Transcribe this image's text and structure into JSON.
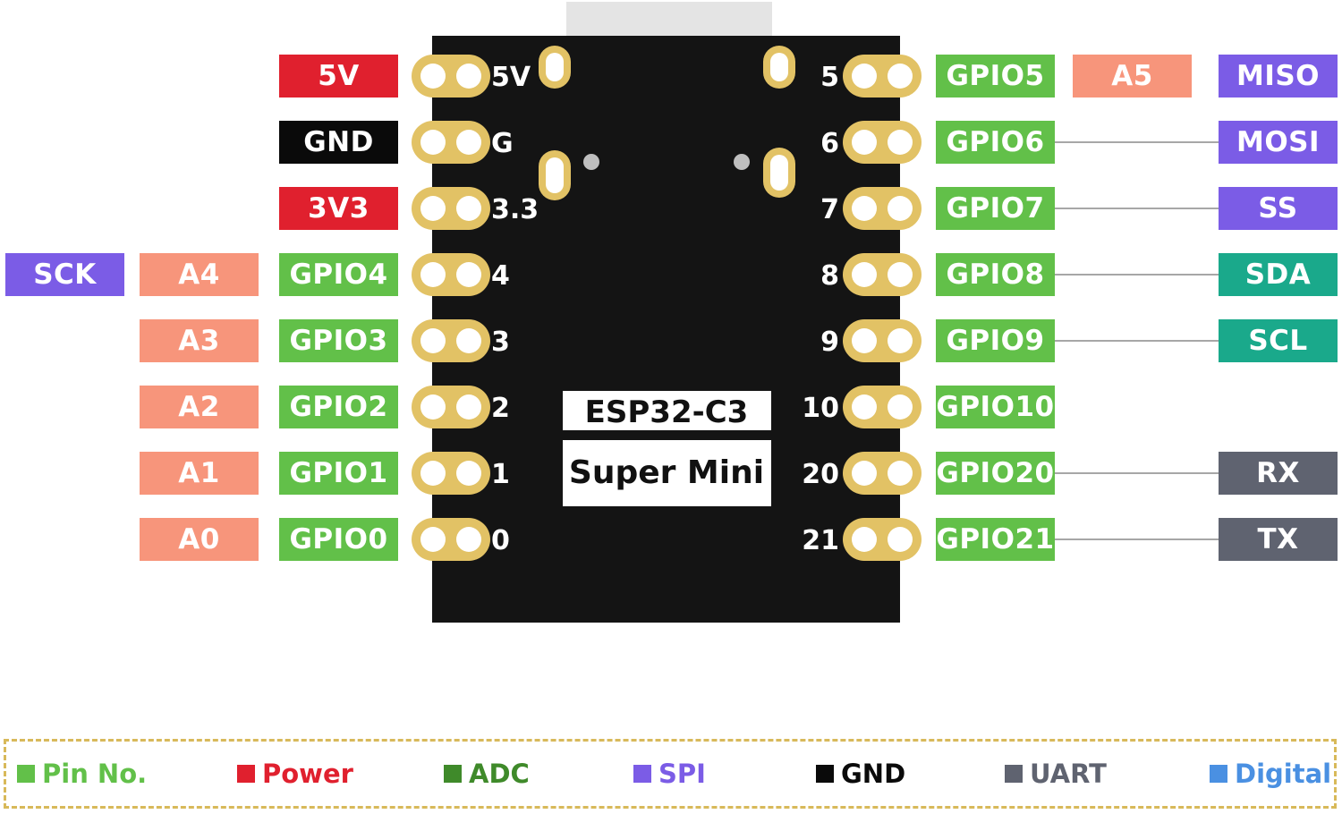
{
  "board": {
    "line1": "ESP32-C3",
    "line2": "Super Mini"
  },
  "colors": {
    "power": "#e0202e",
    "gnd": "#0a0a0a",
    "gpio": "#62c049",
    "adc": "#f7957b",
    "spi": "#7b5ce6",
    "i2c": "#1aa98b",
    "uart": "#5f6370",
    "pcb": "#141414",
    "pad": "#e2c265"
  },
  "left_pins": [
    {
      "silk": "5V",
      "name": "5V",
      "type": "power",
      "adc": "",
      "func": ""
    },
    {
      "silk": "G",
      "name": "GND",
      "type": "gnd",
      "adc": "",
      "func": ""
    },
    {
      "silk": "3.3",
      "name": "3V3",
      "type": "power",
      "adc": "",
      "func": ""
    },
    {
      "silk": "4",
      "name": "GPIO4",
      "type": "gpio",
      "adc": "A4",
      "func": "SCK"
    },
    {
      "silk": "3",
      "name": "GPIO3",
      "type": "gpio",
      "adc": "A3",
      "func": ""
    },
    {
      "silk": "2",
      "name": "GPIO2",
      "type": "gpio",
      "adc": "A2",
      "func": ""
    },
    {
      "silk": "1",
      "name": "GPIO1",
      "type": "gpio",
      "adc": "A1",
      "func": ""
    },
    {
      "silk": "0",
      "name": "GPIO0",
      "type": "gpio",
      "adc": "A0",
      "func": ""
    }
  ],
  "right_pins": [
    {
      "silk": "5",
      "name": "GPIO5",
      "adc": "A5",
      "func": "MISO",
      "func_type": "spi"
    },
    {
      "silk": "6",
      "name": "GPIO6",
      "adc": "",
      "func": "MOSI",
      "func_type": "spi"
    },
    {
      "silk": "7",
      "name": "GPIO7",
      "adc": "",
      "func": "SS",
      "func_type": "spi"
    },
    {
      "silk": "8",
      "name": "GPIO8",
      "adc": "",
      "func": "SDA",
      "func_type": "i2c"
    },
    {
      "silk": "9",
      "name": "GPIO9",
      "adc": "",
      "func": "SCL",
      "func_type": "i2c"
    },
    {
      "silk": "10",
      "name": "GPIO10",
      "adc": "",
      "func": "",
      "func_type": ""
    },
    {
      "silk": "20",
      "name": "GPIO20",
      "adc": "",
      "func": "RX",
      "func_type": "uart"
    },
    {
      "silk": "21",
      "name": "GPIO21",
      "adc": "",
      "func": "TX",
      "func_type": "uart"
    }
  ],
  "legend": [
    {
      "label": "Pin No.",
      "color": "#62c049"
    },
    {
      "label": "Power",
      "color": "#e0202e"
    },
    {
      "label": "ADC",
      "color": "#3f8a2a"
    },
    {
      "label": "SPI",
      "color": "#7b5ce6"
    },
    {
      "label": "GND",
      "color": "#0a0a0a"
    },
    {
      "label": "UART",
      "color": "#5f6370"
    },
    {
      "label": "Digital",
      "color": "#4a90e2"
    }
  ]
}
